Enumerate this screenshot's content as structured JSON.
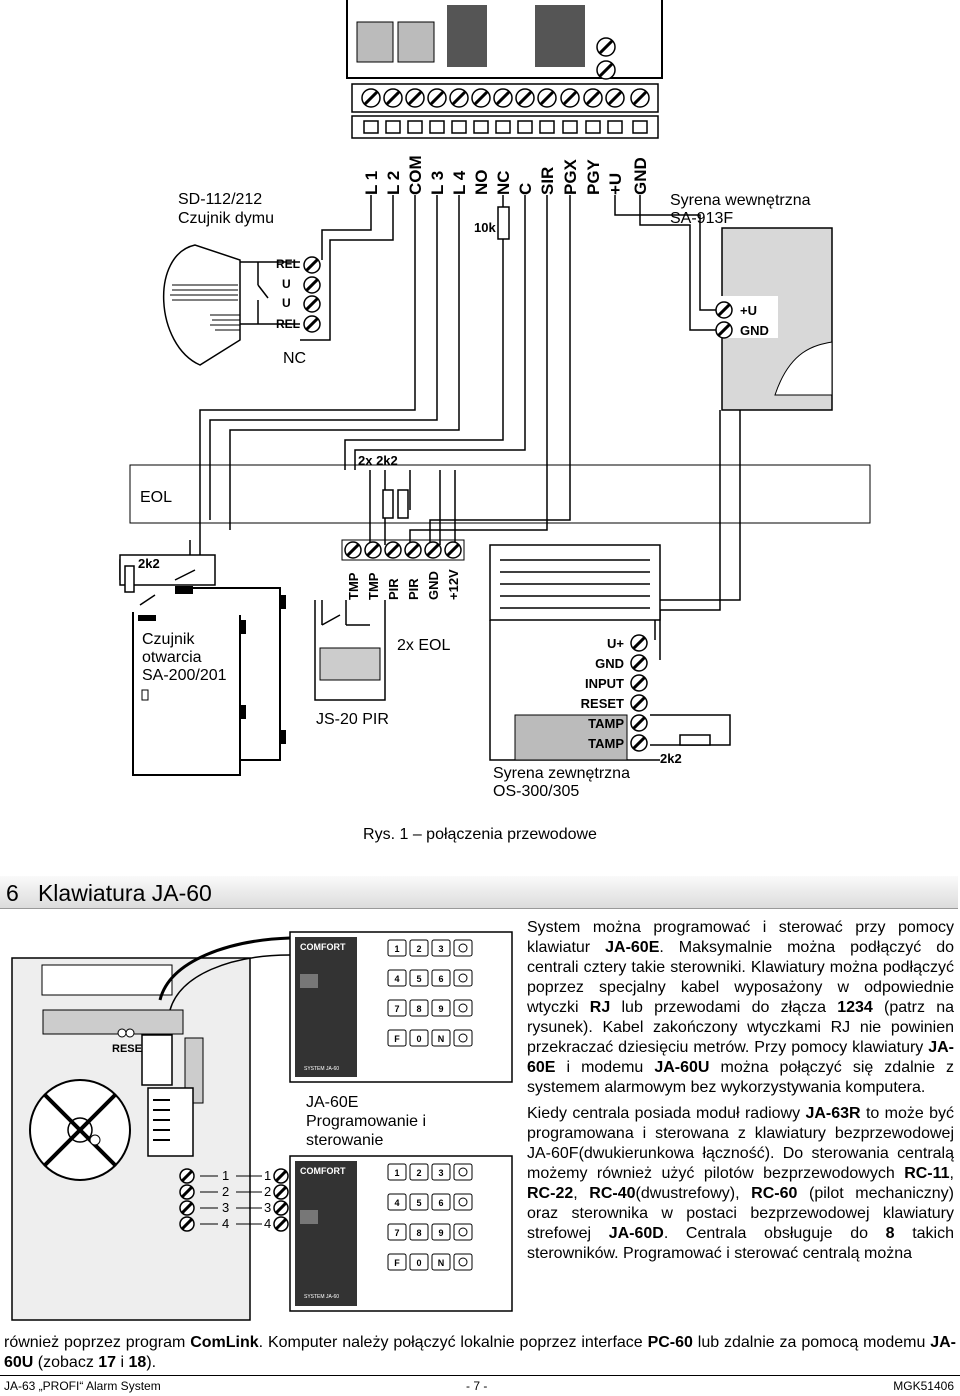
{
  "diagram": {
    "top_terminals": [
      "L 1",
      "L 2",
      "COM",
      "L 3",
      "L 4",
      "NO",
      "NC",
      "C",
      "SIR",
      "PGX",
      "PGY",
      "+U",
      "GND"
    ],
    "resistor_10k": "10k",
    "smoke_sensor": {
      "title": "SD-112/212",
      "subtitle": "Czujnik dymu",
      "terms": [
        "REL",
        "U",
        "U",
        "REL"
      ],
      "nc": "NC"
    },
    "inner_siren": {
      "title": "Syrena wewnętrzna",
      "subtitle": "SA-913F",
      "terms": [
        "+U",
        "GND"
      ]
    },
    "eol": "EOL",
    "res_2x2k2": "2x 2k2",
    "res_2k2": "2k2",
    "door_sensor": {
      "line1": "Czujnik",
      "line2": "otwarcia",
      "line3": "SA-200/201"
    },
    "pir": {
      "terms": [
        "TMP",
        "TMP",
        "PIR",
        "PIR",
        "GND",
        "+12V"
      ],
      "eol": "2x EOL",
      "name": "JS-20 PIR"
    },
    "outer_siren": {
      "terms": [
        "U+",
        "GND",
        "INPUT",
        "RESET",
        "TAMP",
        "TAMP"
      ],
      "line1": "Syrena zewnętrzna",
      "line2": "OS-300/305",
      "res": "2k2"
    }
  },
  "caption": "Rys. 1 – połączenia przewodowe",
  "section": {
    "number": "6",
    "title": "Klawiatura JA-60"
  },
  "keypad_figure": {
    "reset": "RESET",
    "label_line1": "JA-60E",
    "label_line2": "Programowanie i",
    "label_line3": "sterowanie",
    "pins_left": [
      "1",
      "2",
      "3",
      "4"
    ],
    "pins_right": [
      "1",
      "2",
      "3",
      "4"
    ],
    "brand": "COMFORT",
    "system": "SYSTEM JA-60",
    "keys": [
      "1",
      "2",
      "3",
      "4",
      "5",
      "6",
      "7",
      "8",
      "9",
      "F",
      "0",
      "N"
    ]
  },
  "paragraphs": {
    "p1": {
      "a": "System można programować i sterować przy pomocy klawiatur ",
      "b1": "JA-60E",
      "c": ". Maksymalnie można podłączyć do centrali cztery takie sterowniki. Klawiatury można podłączyć poprzez specjalny kabel wyposażony w odpowiednie wtyczki ",
      "b2": "RJ",
      "d": " lub przewodami do złącza ",
      "b3": "1234",
      "e": " (patrz na rysunek). Kabel zakończony wtyczkami RJ nie powinien przekraczać dziesięciu metrów. Przy pomocy klawiatury ",
      "b4": "JA-60E",
      "f": " i modemu ",
      "b5": "JA-60U",
      "g": " można połączyć się zdalnie z systemem alarmowym bez wykorzystywania komputera."
    },
    "p2": {
      "a": "Kiedy centrala posiada moduł radiowy ",
      "b1": "JA-63R",
      "c": " to może być programowana i sterowana z klawiatury bezprzewodowej JA-60F(dwukierunkowa łączność). Do sterowania centralą możemy również użyć pilotów bezprzewodowych ",
      "b2": "RC-11",
      "d": ", ",
      "b3": "RC-22",
      "e": ", ",
      "b4": "RC-40",
      "f": "(dwustrefowy), ",
      "b5": "RC-60",
      "g": " (pilot mechaniczny) oraz sterownika w postaci bezprzewodowej klawiatury strefowej ",
      "b6": "JA-60D",
      "h": ". Centrala obsługuje do ",
      "b7": "8",
      "i": " takich sterowników. Programować i sterować centralą można"
    },
    "tail": {
      "a": "również poprzez program ",
      "b1": "ComLink",
      "c": ". Komputer należy połączyć lokalnie poprzez interface ",
      "b2": "PC-60",
      "d": " lub zdalnie za pomocą modemu ",
      "b3": "JA-60U",
      "e": " (zobacz ",
      "b4": "17",
      "f": " i ",
      "b5": "18",
      "g": ")."
    }
  },
  "footer": {
    "left": "JA-63 „PROFI“ Alarm System",
    "center": "- 7 -",
    "right": "MGK51406"
  }
}
